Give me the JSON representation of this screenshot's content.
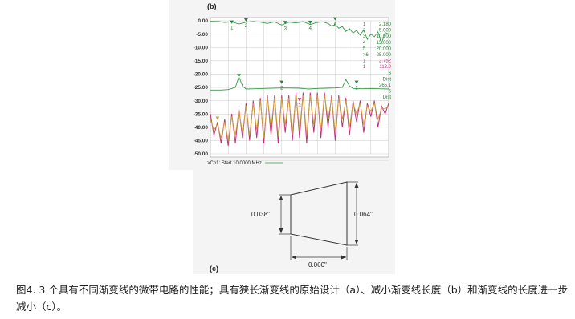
{
  "figure": {
    "panel_b_label": "(b)",
    "panel_c_label": "(c)",
    "start_label": ">Ch1: Start 10.0000 MHz",
    "caption": "图4. 3 个具有不同渐变线的微带电路的性能；具有狭长渐变线的原始设计（a）、减小渐变线长度（b）和渐变线的长度进一步减小（c）。"
  },
  "chart_data": {
    "type": "line",
    "title": "",
    "xlabel": "",
    "ylabel": "",
    "ylim": [
      -50,
      0
    ],
    "yticks": [
      "0.00",
      "-5.00",
      "-10.00",
      "-15.00",
      "-20.00",
      "-25.00",
      "-30.00",
      "-35.00",
      "-40.00",
      "-45.00",
      "-50.00"
    ],
    "x_range": [
      0,
      1
    ],
    "series": [
      {
        "color": "#3a9a48",
        "x": [
          0.0,
          0.05,
          0.08,
          0.12,
          0.16,
          0.2,
          0.24,
          0.28,
          0.32,
          0.36,
          0.4,
          0.44,
          0.48,
          0.52,
          0.56,
          0.6,
          0.63,
          0.66,
          0.68,
          0.7,
          0.72,
          0.74,
          0.76,
          0.78,
          0.8,
          0.82,
          0.84,
          0.86,
          0.88,
          0.9,
          0.92,
          0.94,
          0.96,
          0.98,
          1.0
        ],
        "y": [
          -0.2,
          -0.3,
          -0.6,
          -0.4,
          -1.2,
          -0.5,
          -0.3,
          -0.5,
          -1.0,
          -0.4,
          -1.6,
          -0.5,
          -0.8,
          -0.3,
          -1.4,
          -0.6,
          -0.4,
          -1.0,
          -2.0,
          -1.4,
          -2.8,
          -2.2,
          -4.0,
          -3.0,
          -4.6,
          -3.6,
          -5.4,
          -3.4,
          -7.0,
          -5.0,
          -6.0,
          -4.2,
          -8.5,
          -4.4,
          -5.0
        ]
      },
      {
        "color": "#3a9a48",
        "x": [
          0.0,
          0.06,
          0.1,
          0.14,
          0.16,
          0.18,
          0.2,
          0.25,
          0.3,
          0.4,
          0.5,
          0.55,
          0.6,
          0.65,
          0.7,
          0.74,
          0.76,
          0.78,
          0.8,
          0.85,
          0.9,
          0.95,
          1.0
        ],
        "y": [
          -26.0,
          -26.0,
          -25.8,
          -25.0,
          -21.0,
          -24.5,
          -25.6,
          -25.5,
          -25.4,
          -25.2,
          -25.3,
          -25.6,
          -25.4,
          -25.3,
          -25.2,
          -25.0,
          -22.0,
          -24.5,
          -25.4,
          -25.5,
          -25.4,
          -25.5,
          -25.6
        ]
      },
      {
        "color": "#c0307a",
        "x": [
          0.0,
          0.02,
          0.04,
          0.06,
          0.08,
          0.1,
          0.12,
          0.14,
          0.16,
          0.18,
          0.2,
          0.22,
          0.24,
          0.26,
          0.28,
          0.3,
          0.32,
          0.34,
          0.36,
          0.38,
          0.4,
          0.42,
          0.44,
          0.46,
          0.48,
          0.5,
          0.52,
          0.54,
          0.56,
          0.58,
          0.6,
          0.62,
          0.64,
          0.66,
          0.68,
          0.7,
          0.72,
          0.74,
          0.76,
          0.78,
          0.8,
          0.82,
          0.84,
          0.86,
          0.88,
          0.9,
          0.92,
          0.94,
          0.96,
          0.98,
          1.0
        ],
        "y": [
          -35.0,
          -43.0,
          -38.0,
          -46.0,
          -37.0,
          -47.0,
          -35.0,
          -46.0,
          -33.0,
          -44.0,
          -31.0,
          -45.0,
          -30.0,
          -44.0,
          -29.0,
          -46.0,
          -28.0,
          -43.0,
          -28.0,
          -46.0,
          -28.0,
          -42.0,
          -28.0,
          -45.0,
          -27.0,
          -44.0,
          -27.0,
          -46.0,
          -27.0,
          -42.0,
          -27.0,
          -44.0,
          -27.0,
          -40.0,
          -28.0,
          -45.0,
          -28.0,
          -40.0,
          -29.0,
          -43.0,
          -30.0,
          -38.0,
          -30.0,
          -42.0,
          -31.0,
          -36.0,
          -30.0,
          -40.0,
          -32.0,
          -35.0,
          -31.0
        ]
      },
      {
        "color": "#c9a23a",
        "x": [
          0.0,
          0.02,
          0.04,
          0.06,
          0.08,
          0.1,
          0.12,
          0.14,
          0.16,
          0.18,
          0.2,
          0.22,
          0.24,
          0.26,
          0.28,
          0.3,
          0.32,
          0.34,
          0.36,
          0.38,
          0.4,
          0.42,
          0.44,
          0.46,
          0.48,
          0.5,
          0.52,
          0.54,
          0.56,
          0.58,
          0.6,
          0.62,
          0.64,
          0.66,
          0.68,
          0.7,
          0.72,
          0.74,
          0.76,
          0.78,
          0.8,
          0.82,
          0.84,
          0.86,
          0.88,
          0.9,
          0.92,
          0.94,
          0.96,
          0.98,
          1.0
        ],
        "y": [
          -37.0,
          -41.0,
          -39.0,
          -44.0,
          -38.0,
          -45.0,
          -36.0,
          -43.0,
          -34.0,
          -42.0,
          -32.0,
          -43.0,
          -31.0,
          -41.0,
          -30.0,
          -44.0,
          -29.0,
          -40.0,
          -29.0,
          -43.0,
          -29.0,
          -39.0,
          -29.0,
          -42.0,
          -28.0,
          -41.0,
          -28.0,
          -43.0,
          -28.0,
          -39.0,
          -28.0,
          -41.0,
          -28.0,
          -37.0,
          -29.0,
          -42.0,
          -29.0,
          -37.0,
          -30.0,
          -40.0,
          -31.0,
          -35.0,
          -31.0,
          -39.0,
          -32.0,
          -34.0,
          -31.0,
          -37.0,
          -33.0,
          -33.0,
          -32.0
        ]
      }
    ],
    "marker_table": [
      {
        "id": "1",
        "value": "2.180",
        "color": "#2e7d3a"
      },
      {
        "id": "2",
        "value": "5.000",
        "color": "#2e7d3a"
      },
      {
        "id": "3",
        "value": "10.000",
        "color": "#2e7d3a"
      },
      {
        "id": "4",
        "value": "15.000",
        "color": "#2e7d3a"
      },
      {
        "id": "5",
        "value": "20.000",
        "color": "#2e7d3a"
      },
      {
        "id": ">6",
        "value": "25.000",
        "color": "#2e7d3a"
      },
      {
        "id": "1",
        "value": "2.752",
        "color": "#c0307a"
      },
      {
        "id": "1",
        "value": "113.0",
        "color": "#c0307a"
      },
      {
        "id": "",
        "value": "6",
        "color": "#2e7d3a"
      },
      {
        "id": "",
        "value": "Dist",
        "color": "#2e7d3a"
      },
      {
        "id": "",
        "value": "265.1",
        "color": "#2e7d3a"
      },
      {
        "id": "",
        "value": "6",
        "color": "#2e7d3a"
      },
      {
        "id": "",
        "value": "Dist",
        "color": "#2e7d3a"
      }
    ],
    "trace_markers": [
      {
        "label": "1",
        "x": 0.12,
        "y": -1.4,
        "color": "#2e7d3a"
      },
      {
        "label": "2",
        "x": 0.2,
        "y": -0.6,
        "color": "#2e7d3a"
      },
      {
        "label": "3",
        "x": 0.42,
        "y": -1.6,
        "color": "#2e7d3a"
      },
      {
        "label": "4",
        "x": 0.56,
        "y": -1.5,
        "color": "#2e7d3a"
      },
      {
        "label": "6",
        "x": 0.7,
        "y": -0.2,
        "color": "#2e7d3a"
      },
      {
        "label": "1",
        "x": 0.16,
        "y": -21.5,
        "color": "#2e7d3a"
      },
      {
        "label": "2",
        "x": 0.4,
        "y": -24.0,
        "color": "#2e7d3a"
      },
      {
        "label": "2",
        "x": 0.82,
        "y": -24.0,
        "color": "#2e7d3a"
      },
      {
        "label": "3",
        "x": 0.5,
        "y": -30.5,
        "color": "#c0307a"
      },
      {
        "label": "1",
        "x": 0.04,
        "y": -37.5,
        "color": "#c9a23a"
      }
    ]
  },
  "diagram": {
    "left_dim": "0.038\"",
    "right_dim": "0.064\"",
    "bottom_dim": "0.060\""
  }
}
